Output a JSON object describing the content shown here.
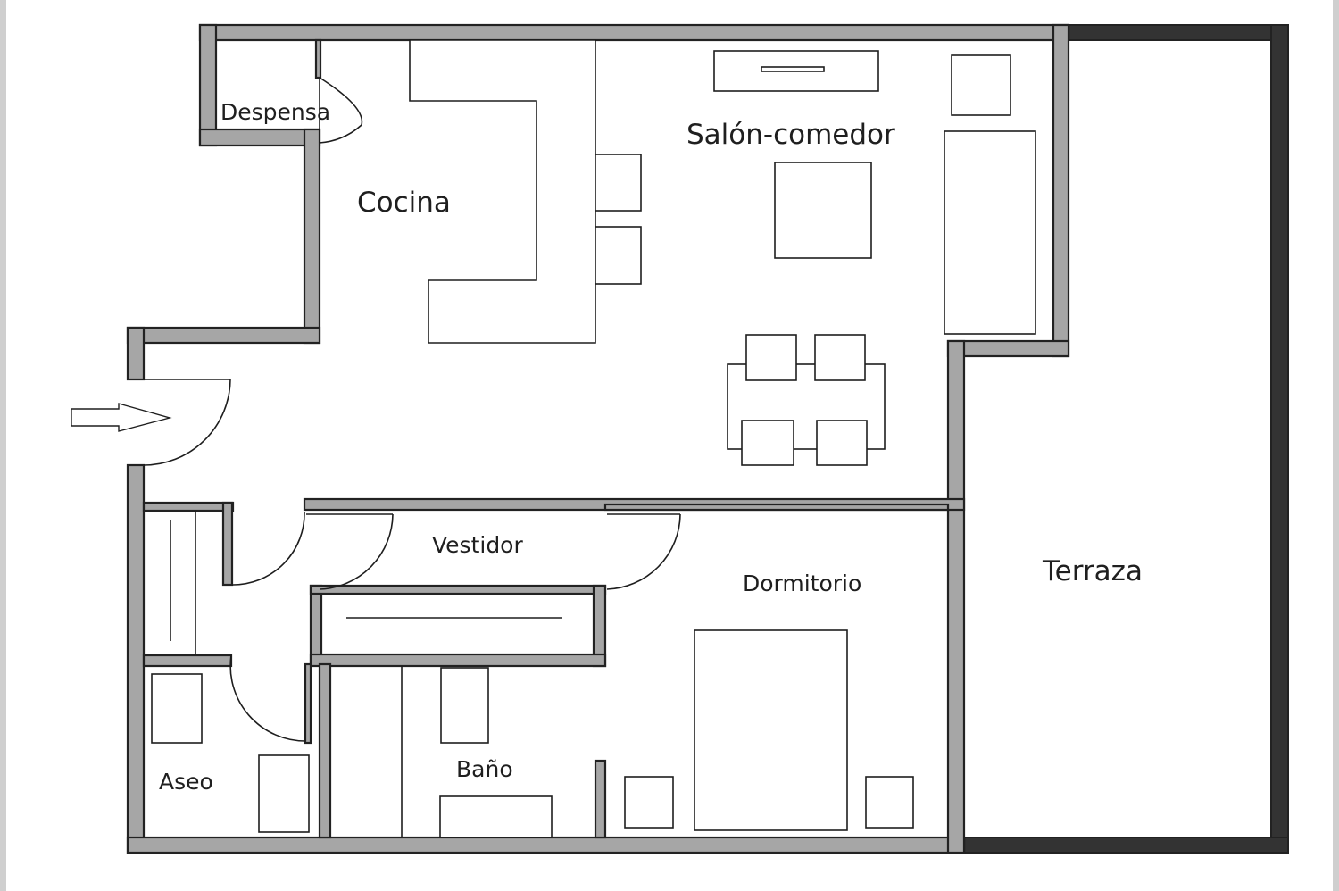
{
  "floor_plan": {
    "rooms": {
      "despensa": "Despensa",
      "cocina": "Cocina",
      "salon_comedor": "Salón-comedor",
      "vestidor": "Vestidor",
      "dormitorio": "Dormitorio",
      "terraza": "Terraza",
      "aseo": "Aseo",
      "bano": "Baño"
    }
  },
  "colors": {
    "wall_fill": "#a6a6a6",
    "wall_outline": "#222222",
    "terrace_edge": "#333333",
    "background": "#ffffff"
  }
}
